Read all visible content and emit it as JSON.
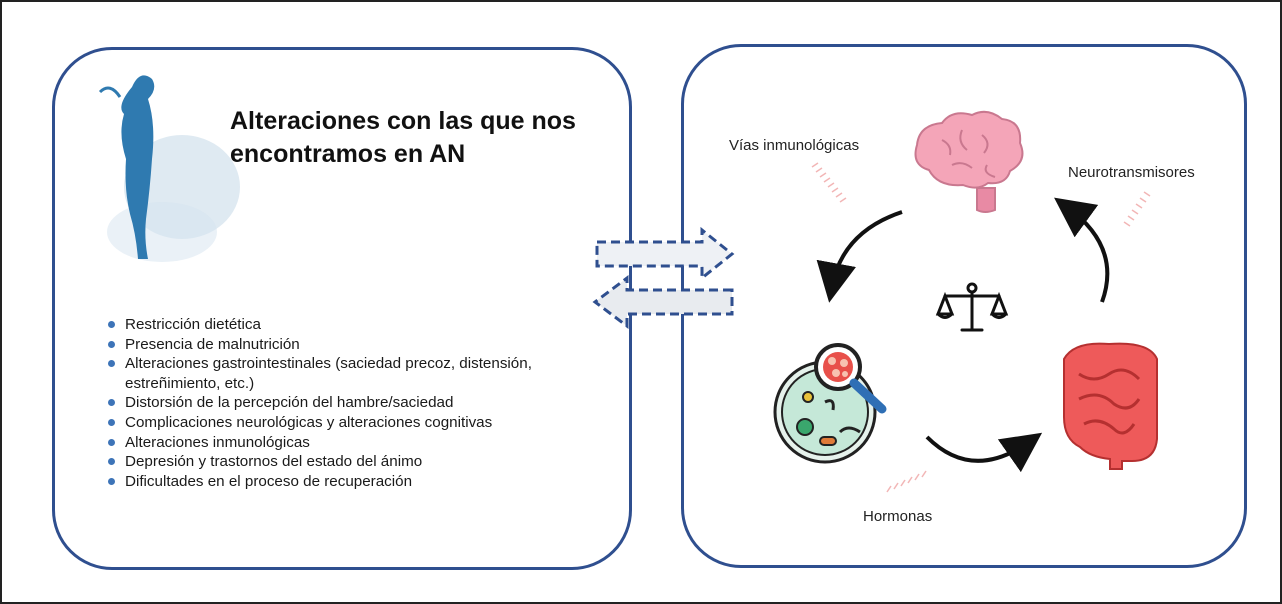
{
  "left_panel": {
    "title": "Alteraciones con las que nos encontramos en AN",
    "items": [
      "Restricción dietética",
      "Presencia de malnutrición",
      "Alteraciones gastrointestinales (saciedad precoz, distensión, estreñimiento, etc.)",
      "Distorsión de la percepción del hambre/saciedad",
      "Complicaciones neurológicas y alteraciones cognitivas",
      "Alteraciones inmunológicas",
      "Depresión y trastornos del estado del ánimo",
      "Dificultades en el proceso de recuperación"
    ]
  },
  "right_panel": {
    "labels": {
      "immune": "Vías inmunológicas",
      "neuro": "Neurotransmisores",
      "hormones": "Hormonas"
    },
    "icons": [
      "brain-icon",
      "microbiota-icon",
      "intestine-icon",
      "balance-scale-icon"
    ]
  },
  "colors": {
    "panel_border": "#2f4f8f",
    "bullet": "#3d74b8",
    "brain": "#f4a5b8",
    "intestine": "#e85555",
    "figure": "#2f7ab0"
  }
}
